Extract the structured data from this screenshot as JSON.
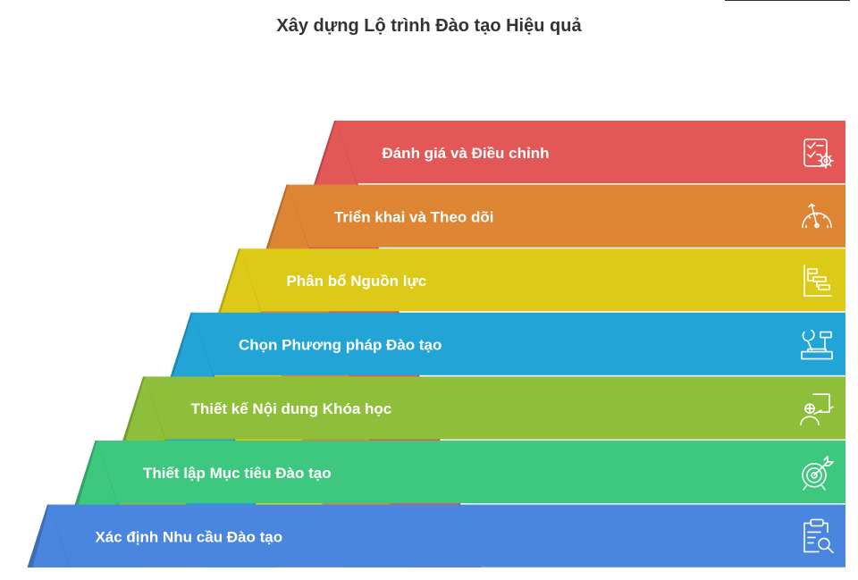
{
  "title": "Xây dựng Lộ trình Đào tạo Hiệu quả",
  "steps": [
    {
      "label": "Đánh giá và Điều chỉnh",
      "color": "#E35756",
      "icon": "checklist-gear-icon"
    },
    {
      "label": "Triển khai và Theo dõi",
      "color": "#DD8533",
      "icon": "speedometer-icon"
    },
    {
      "label": "Phân bổ Nguồn lực",
      "color": "#DDCA18",
      "icon": "gantt-chart-icon"
    },
    {
      "label": "Chọn Phương pháp Đào tạo",
      "color": "#22A5D6",
      "icon": "tools-icon"
    },
    {
      "label": "Thiết kế Nội dung Khóa học",
      "color": "#8EBE3A",
      "icon": "presenter-board-icon"
    },
    {
      "label": "Thiết lập Mục tiêu Đào tạo",
      "color": "#3EC77E",
      "icon": "target-arrow-icon"
    },
    {
      "label": "Xác định Nhu cầu Đào tạo",
      "color": "#4A86E0",
      "icon": "clipboard-search-icon"
    }
  ]
}
